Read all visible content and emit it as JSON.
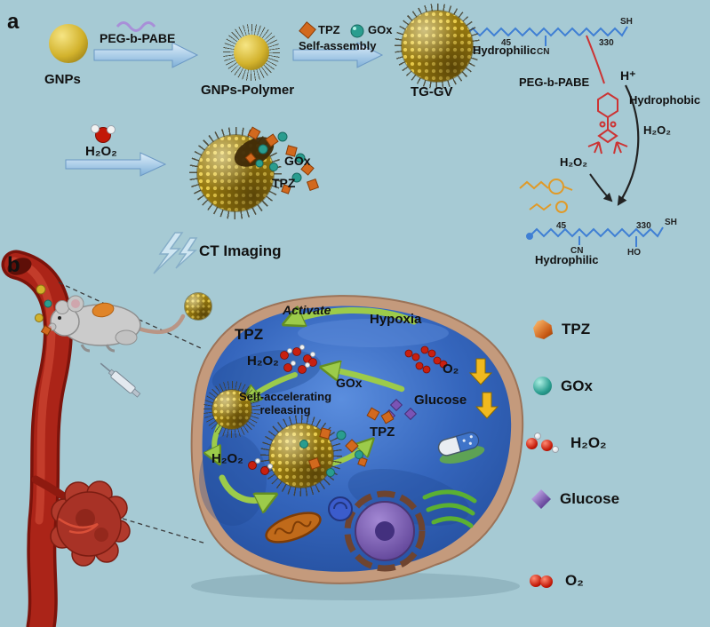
{
  "panel_a": {
    "label": "a",
    "gnps": "GNPs",
    "arrow1_label": "PEG-b-PABE",
    "gnps_polymer": "GNPs-Polymer",
    "tpz": "TPZ",
    "gox": "GOx",
    "self_assembly": "Self-assembly",
    "tg_gv": "TG-GV",
    "h2o2": "H₂O₂",
    "vesicle_gox": "GOx",
    "vesicle_tpz": "TPZ",
    "ct_imaging": "CT Imaging",
    "chem": {
      "hydrophilic_top": "Hydrophilic",
      "peg_b_pabe": "PEG-b-PABE",
      "h_plus": "H⁺",
      "hydrophobic": "Hydrophobic",
      "h2o2_side": "H₂O₂",
      "h2o2_mid": "H₂O₂",
      "hydrophilic_bottom": "Hydrophilic",
      "sh_top": "SH",
      "sh_bottom": "SH",
      "cn_top": "CN",
      "cn_bottom": "CN",
      "n330_top": "330",
      "n330_bottom": "330",
      "n45_top": "45",
      "n45_bottom": "45",
      "ho": "HO"
    }
  },
  "panel_b": {
    "label": "b",
    "activate": "Activate",
    "hypoxia": "Hypoxia",
    "tpz_upper": "TPZ",
    "h2o2_upper": "H₂O₂",
    "gox": "GOx",
    "o2": "O₂",
    "glucose": "Glucose",
    "self_accelerating": "Self-accelerating",
    "releasing": "releasing",
    "tpz_lower": "TPZ",
    "h2o2_lower": "H₂O₂"
  },
  "legend": {
    "items": [
      {
        "label": "TPZ",
        "icon": "tpz-crystal-icon",
        "color": "#c85a15"
      },
      {
        "label": "GOx",
        "icon": "gox-sphere-icon",
        "color": "#2a9d8f"
      },
      {
        "label": "H₂O₂",
        "icon": "h2o2-molecule-icon",
        "color": "#c21807"
      },
      {
        "label": "Glucose",
        "icon": "glucose-gem-icon",
        "color": "#6a4b9e"
      },
      {
        "label": "O₂",
        "icon": "o2-molecule-icon",
        "color": "#c21807"
      }
    ]
  },
  "colors": {
    "background": "#a6cad4",
    "gold": "#d2b22c",
    "tpz_orange": "#d2691e",
    "gox_teal": "#2a9d8f",
    "glucose_purple": "#6a4b9e",
    "o2_red": "#c21807",
    "cell_blue": "#3566bd",
    "membrane_tan": "#c49a7c",
    "vessel_red": "#ab2418",
    "arrow_blue": "#8cb8dc",
    "arrow_green": "#9ccb4a"
  }
}
